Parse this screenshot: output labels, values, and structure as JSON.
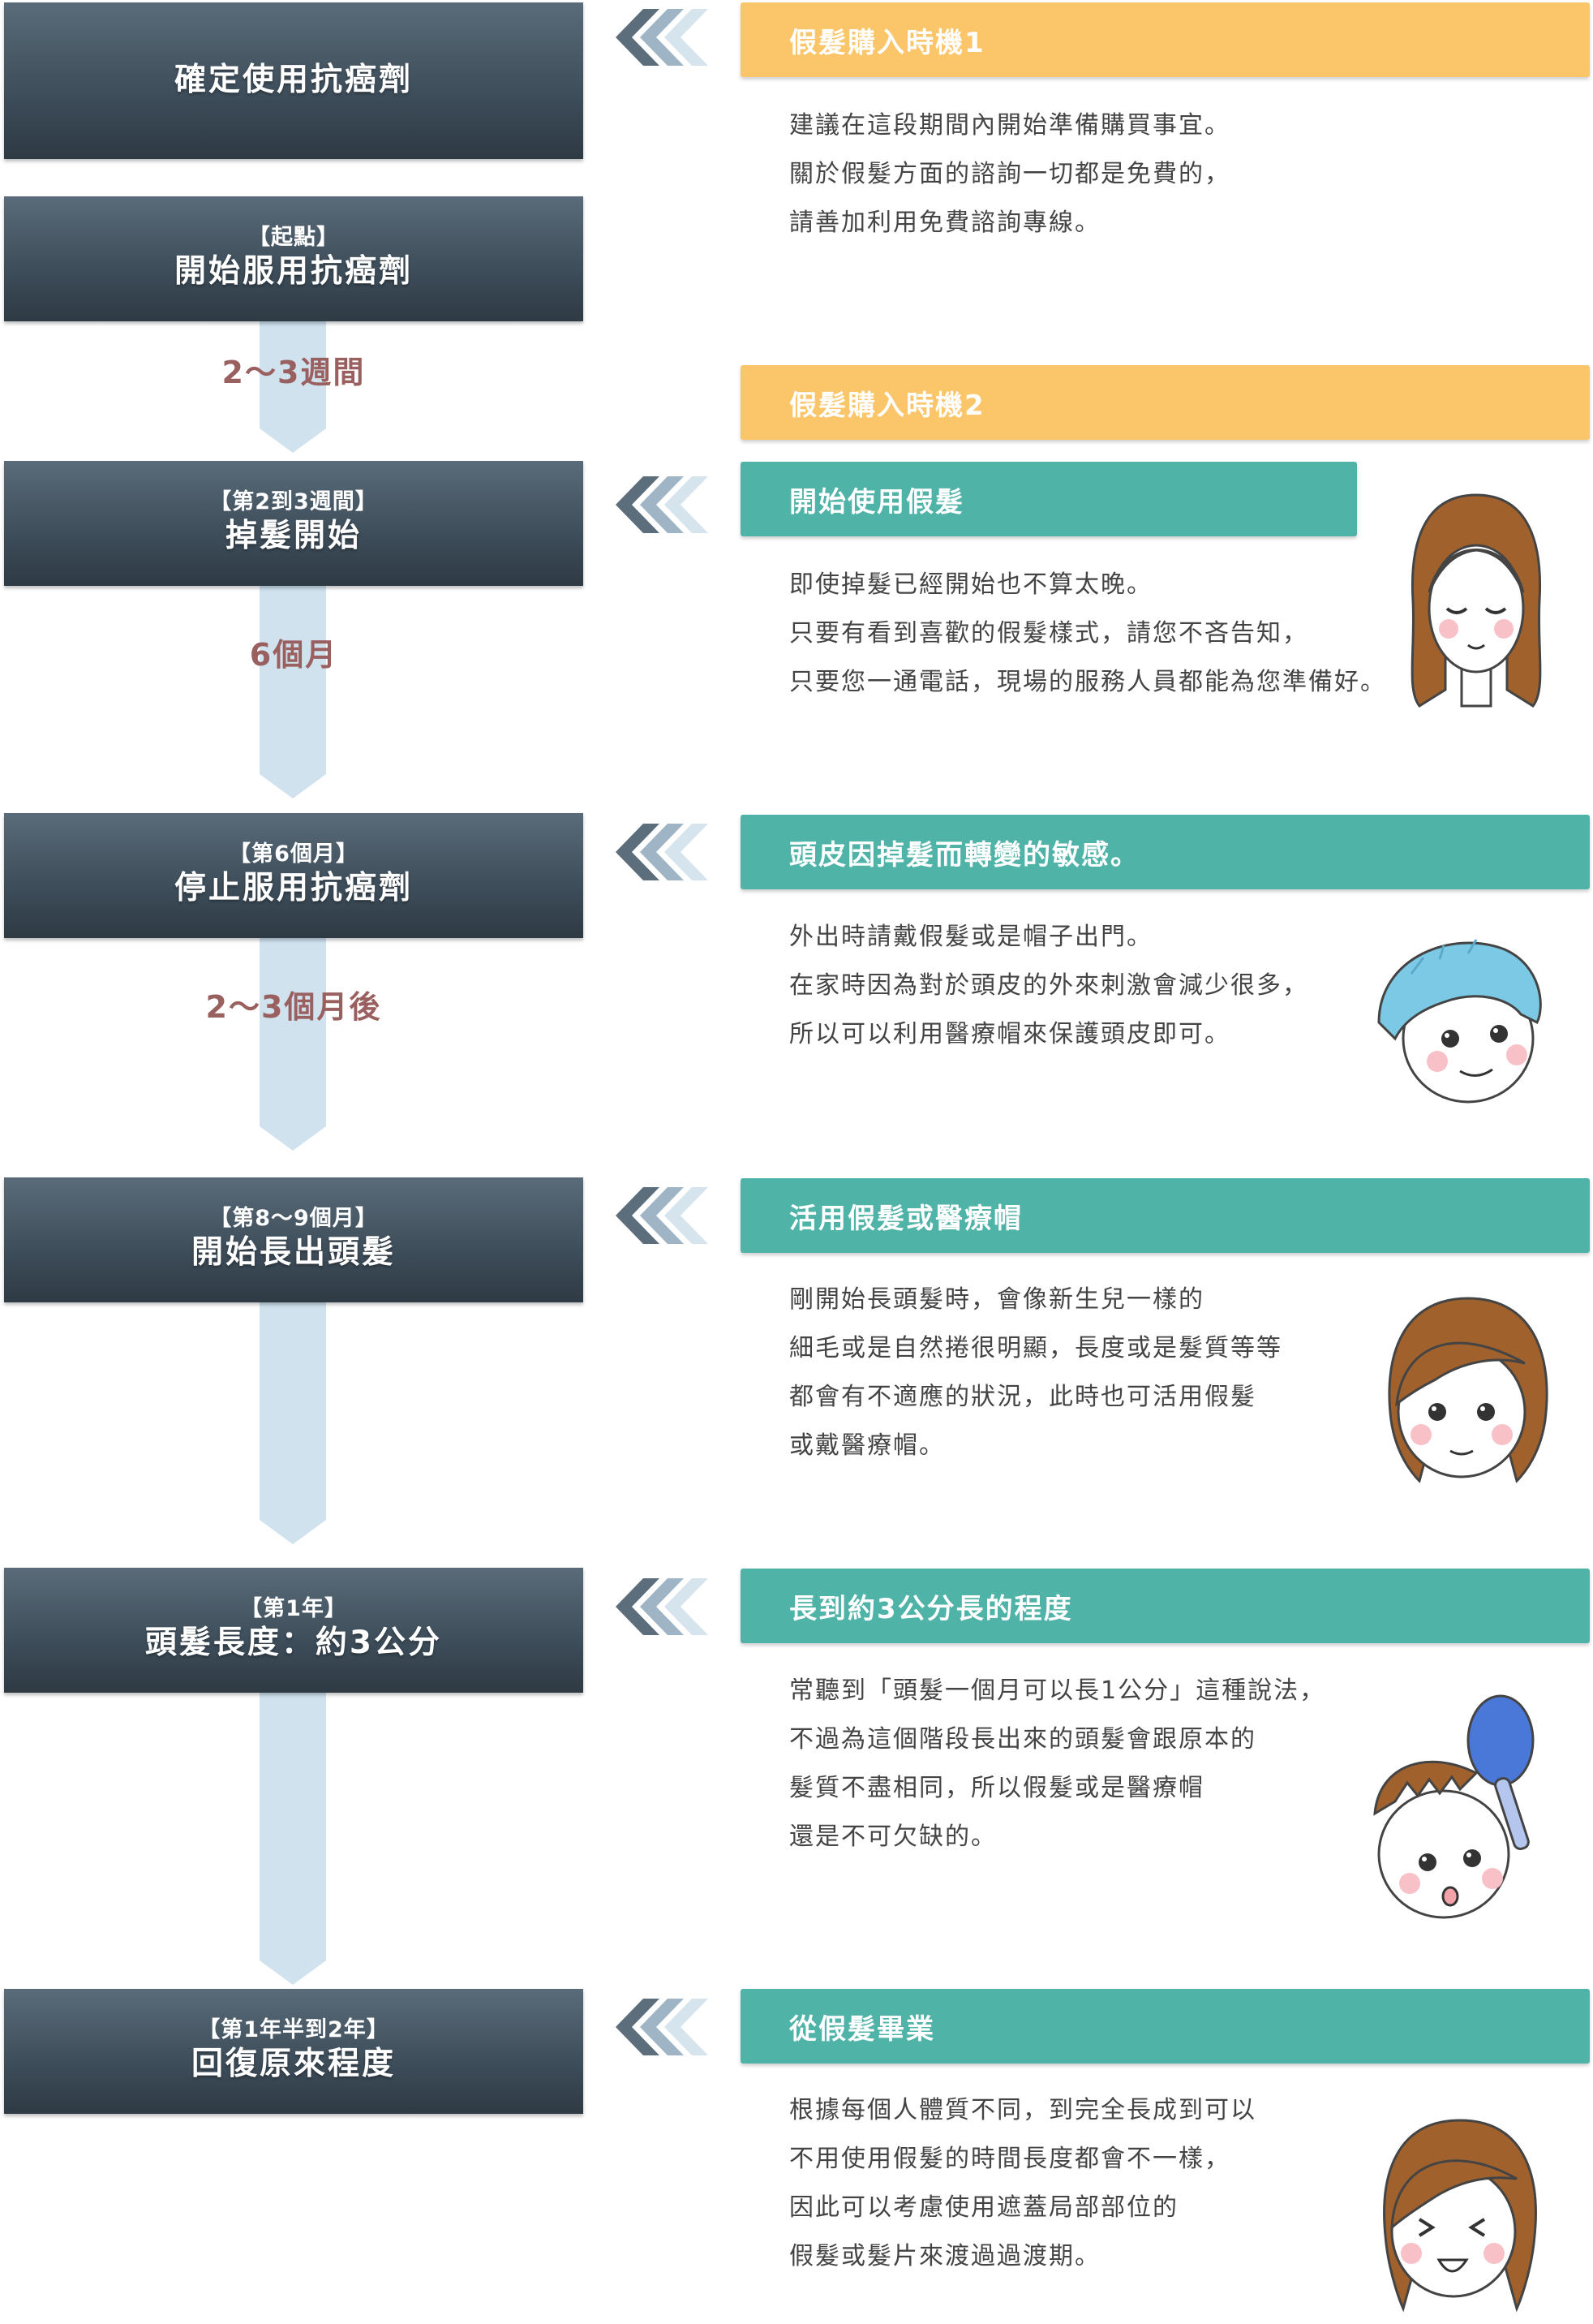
{
  "stages": [
    {
      "tag": "",
      "title": "確定使用抗癌劑"
    },
    {
      "tag": "【起點】",
      "title": "開始服用抗癌劑"
    },
    {
      "tag": "【第2到3週間】",
      "title": "掉髮開始"
    },
    {
      "tag": "【第6個月】",
      "title": "停止服用抗癌劑"
    },
    {
      "tag": "【第8～9個月】",
      "title": "開始長出頭髮"
    },
    {
      "tag": "【第1年】",
      "title": "頭髮長度：約3公分"
    },
    {
      "tag": "【第1年半到2年】",
      "title": "回復原來程度"
    }
  ],
  "intervals": [
    "2～3週間",
    "6個月",
    "2～3個月後"
  ],
  "details": [
    {
      "header": "假髮購入時機1",
      "lines": [
        "建議在這段期間內開始準備購買事宜。",
        "關於假髮方面的諮詢一切都是免費的，",
        "請善加利用免費諮詢專線。"
      ]
    },
    {
      "header": "假髮購入時機2",
      "lines": []
    },
    {
      "header": "開始使用假髮",
      "lines": [
        "即使掉髮已經開始也不算太晚。",
        "只要有看到喜歡的假髮樣式，請您不吝告知，",
        "只要您一通電話，現場的服務人員都能為您準備好。"
      ]
    },
    {
      "header": "頭皮因掉髮而轉變的敏感。",
      "lines": [
        "外出時請戴假髮或是帽子出門。",
        "在家時因為對於頭皮的外來刺激會減少很多，",
        "所以可以利用醫療帽來保護頭皮即可。"
      ]
    },
    {
      "header": "活用假髮或醫療帽",
      "lines": [
        "剛開始長頭髮時，會像新生兒一樣的",
        "細毛或是自然捲很明顯，長度或是髮質等等",
        "都會有不適應的狀況，此時也可活用假髮",
        "或戴醫療帽。"
      ]
    },
    {
      "header": "長到約3公分長的程度",
      "lines": [
        "常聽到「頭髮一個月可以長1公分」這種說法，",
        "不過為這個階段長出來的頭髮會跟原本的",
        "髮質不盡相同，所以假髮或是醫療帽",
        "還是不可欠缺的。"
      ]
    },
    {
      "header": "從假髮畢業",
      "lines": [
        "根據每個人體質不同，到完全長成到可以",
        "不用使用假髮的時間長度都會不一樣，",
        "因此可以考慮使用遮蓋局部部位的",
        "假髮或髮片來渡過過渡期。"
      ]
    }
  ],
  "colors": {
    "stage": "#3f4f5c",
    "connector": "#cfe2ee",
    "interval_text": "#9a6060",
    "header_yellow": "#fbc56a",
    "header_teal": "#4fb3a7"
  },
  "icons": [
    "chevron-left-icon",
    "face-long-hair-closed-eyes-icon",
    "face-medical-cap-icon",
    "face-short-hair-icon",
    "face-brushing-hair-icon",
    "face-smiling-icon"
  ]
}
